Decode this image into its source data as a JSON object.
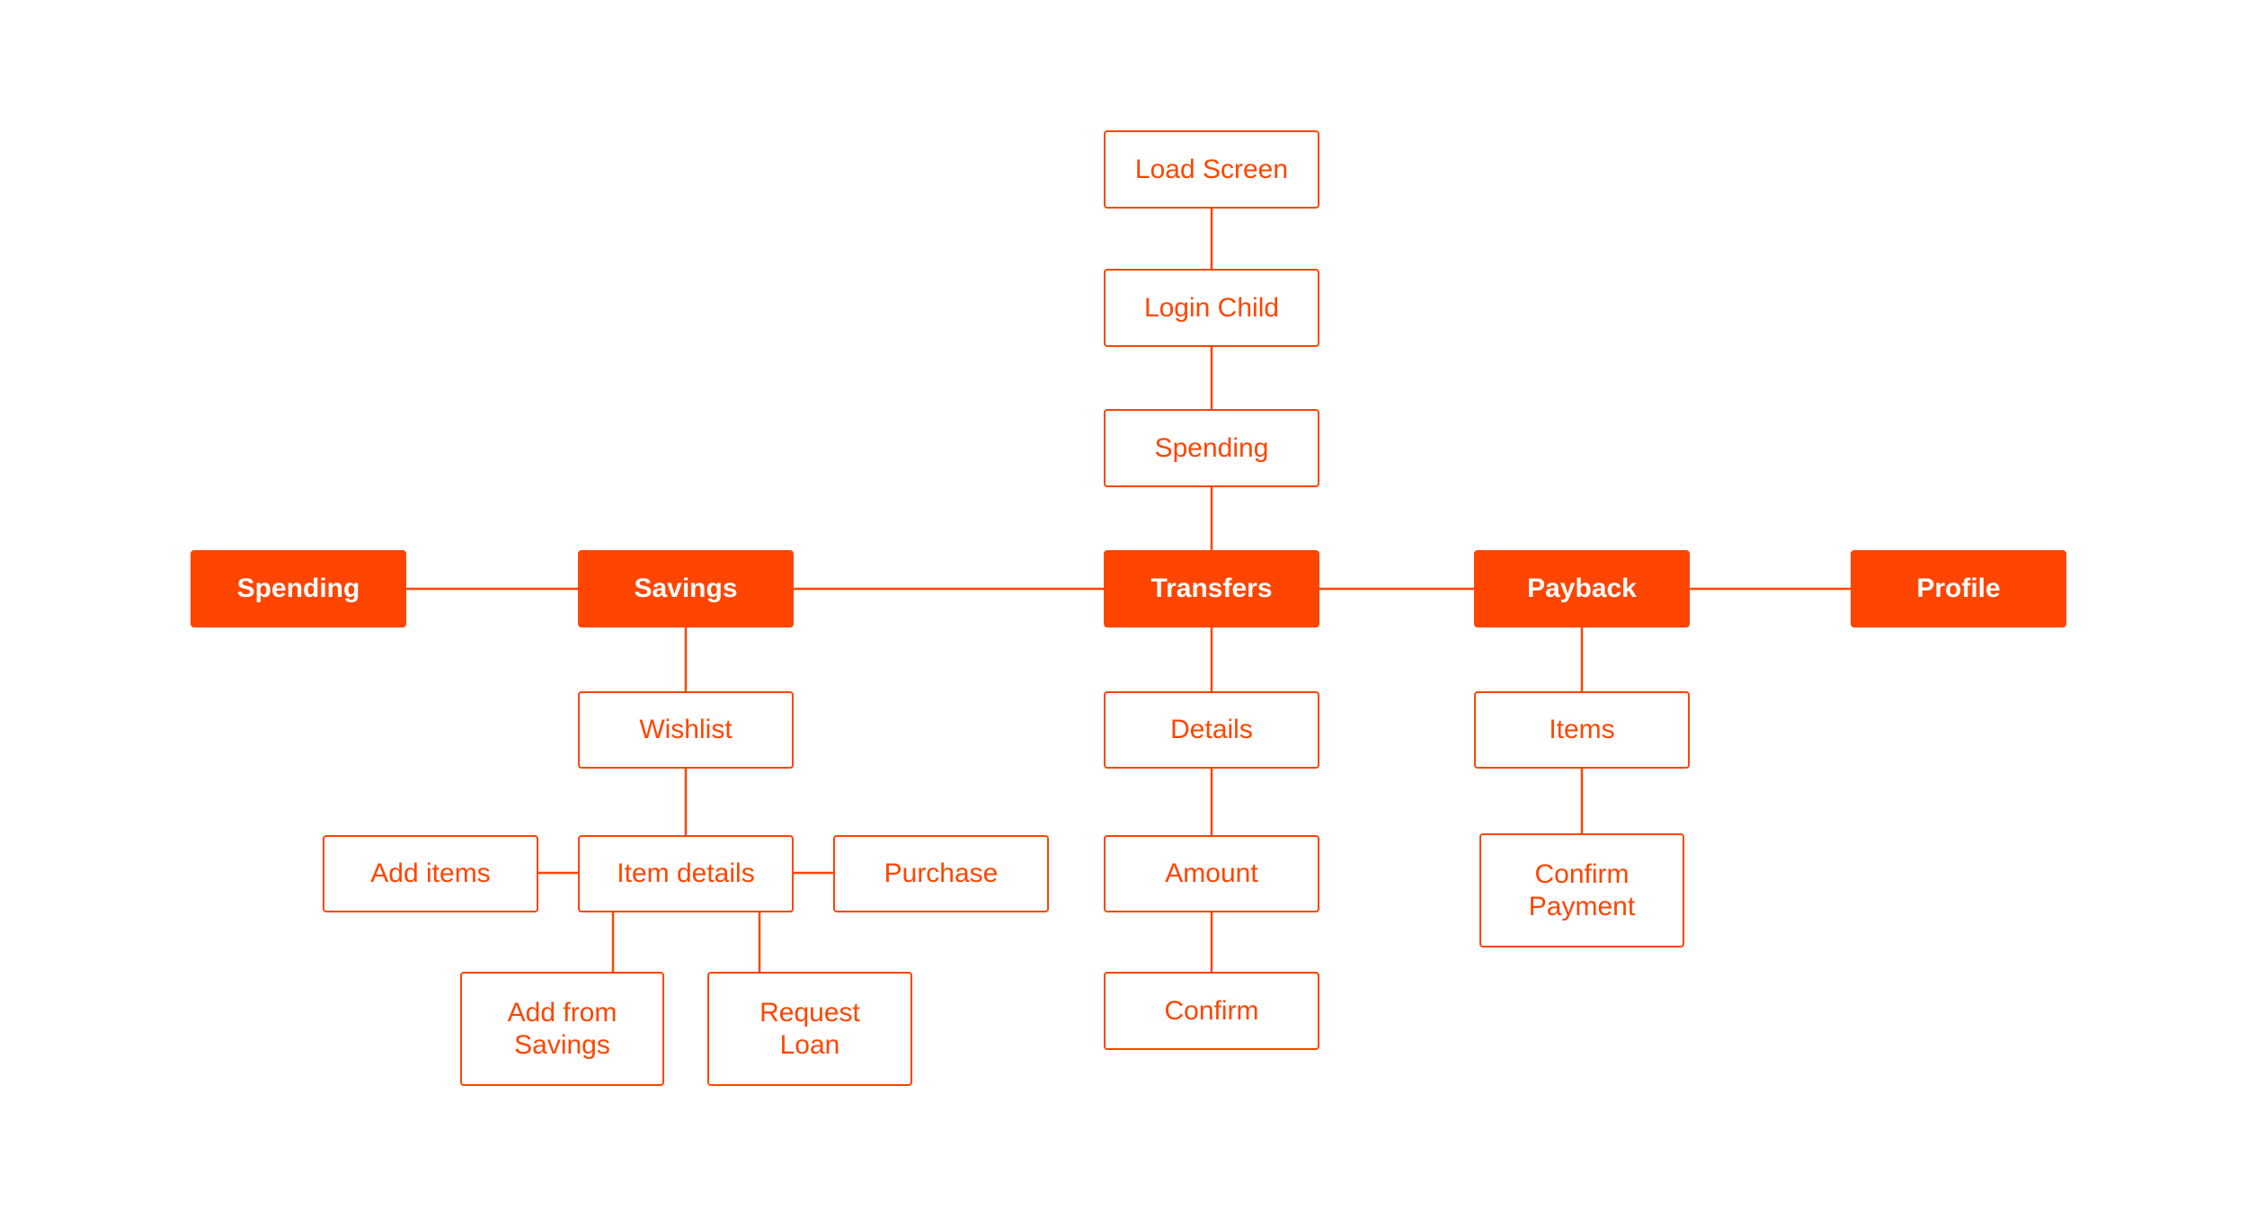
{
  "colors": {
    "accent": "#FF4500",
    "background": "#FFFFFF",
    "filled_text": "#FFFFFF"
  },
  "nodes": {
    "load_screen": "Load Screen",
    "login_child": "Login Child",
    "spending_top": "Spending",
    "spending": "Spending",
    "savings": "Savings",
    "transfers": "Transfers",
    "payback": "Payback",
    "profile": "Profile",
    "wishlist": "Wishlist",
    "item_details": "Item details",
    "add_items": "Add items",
    "purchase": "Purchase",
    "add_from_savings": "Add from\nSavings",
    "request_loan": "Request\nLoan",
    "details": "Details",
    "amount": "Amount",
    "confirm": "Confirm",
    "items": "Items",
    "confirm_payment": "Confirm\nPayment"
  }
}
